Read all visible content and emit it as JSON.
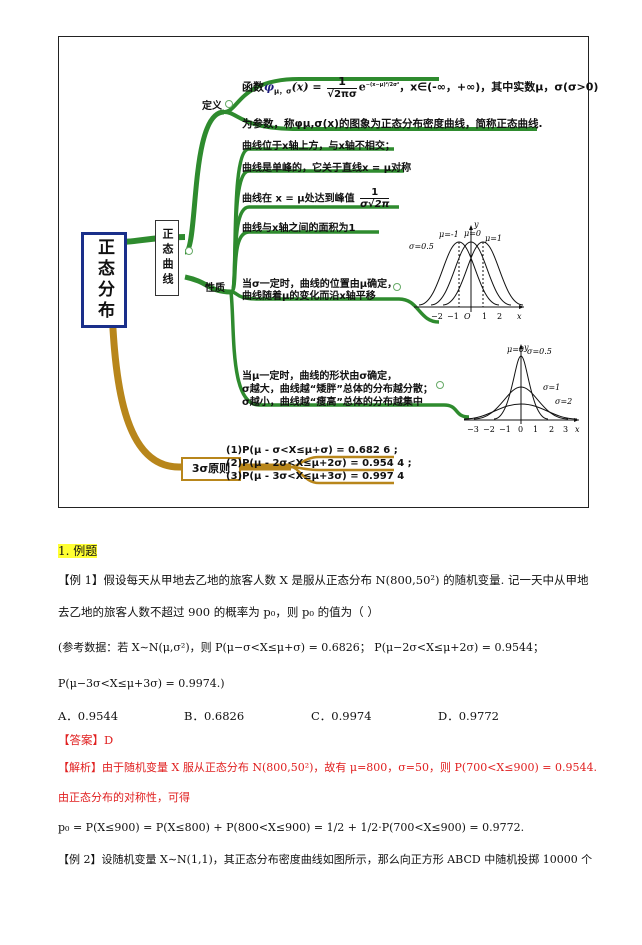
{
  "mindmap": {
    "root": "正态分布",
    "branch_main": "正态曲线",
    "branch_rule": "3σ原则",
    "def_label": "定义",
    "prop_label": "性质",
    "def_line1_a": "函数",
    "def_line1_phi": "φ",
    "def_line1_sub": "μ，σ",
    "def_line1_b": "(x) =",
    "def_frac_num": "1",
    "def_frac_den": "√2πσ",
    "def_exp": "e",
    "def_exp_sup": "−(x−μ)²/2σ²",
    "def_line1_c": "，x∈(-∞，+∞)，其中实数μ，σ(σ>0)",
    "def_line2": "为参数，称φμ,σ(x)的图象为正态分布密度曲线，简称正态曲线.",
    "props": [
      "曲线位于x轴上方，与x轴不相交；",
      "曲线是单峰的，它关于直线x = μ对称",
      "曲线在 x = μ处达到峰值",
      "曲线与x轴之间的面积为1"
    ],
    "peak_num": "1",
    "peak_den": "σ√2π",
    "prop_shift_1": "当σ一定时，曲线的位置由μ确定，",
    "prop_shift_2": "曲线随着μ的变化而沿x轴平移",
    "prop_shape_1": "当μ一定时，曲线的形状由σ确定，",
    "prop_shape_2": "σ越大，曲线越“矮胖”总体的分布越分散；",
    "prop_shape_3": "σ越小，曲线越“瘦高”总体的分布越集中",
    "rules": [
      "(1)P(μ - σ<X≤μ+σ) = 0.682 6 ;",
      "(2)P(μ - 2σ<X≤μ+2σ) = 0.954 4 ;",
      "(3)P(μ - 3σ<X≤μ+3σ) = 0.997 4"
    ],
    "graph1": {
      "labels": [
        "μ=-1",
        "μ=0",
        "μ=1",
        "σ=0.5"
      ],
      "xticks": [
        "−2",
        "−1",
        "O",
        "1",
        "2"
      ],
      "axis_x": "x",
      "axis_y": "y"
    },
    "graph2": {
      "labels": [
        "μ=0",
        "σ=0.5",
        "σ=1",
        "σ=2"
      ],
      "xticks": [
        "−3",
        "−2",
        "−1",
        "0",
        "1",
        "2",
        "3"
      ],
      "axis_x": "x",
      "axis_y": "y"
    }
  },
  "content": {
    "section_title": "1. 例题",
    "ex1_line1": "【例 1】假设每天从甲地去乙地的旅客人数 X 是服从正态分布 N(800,50²) 的随机变量. 记一天中从甲地",
    "ex1_line2": "去乙地的旅客人数不超过 900 的概率为 p₀，则 p₀ 的值为（    ）",
    "ref_line1": "(参考数据：若 X∼N(μ,σ²)，则 P(μ−σ<X≤μ+σ) = 0.6826；  P(μ−2σ<X≤μ+2σ) = 0.9544；",
    "ref_line2": "P(μ−3σ<X≤μ+3σ) = 0.9974.)",
    "options": [
      "A．0.9544",
      "B．0.6826",
      "C．0.9974",
      "D．0.9772"
    ],
    "answer": "【答案】D",
    "analysis_tag": "【解析】",
    "analysis_line1": "由于随机变量 X 服从正态分布 N(800,50²)，故有 μ=800，σ=50，则 P(700<X≤900) = 0.9544.",
    "analysis_line2": "由正态分布的对称性，可得",
    "analysis_line3": "p₀ = P(X≤900) = P(X≤800) + P(800<X≤900) = 1/2 + 1/2·P(700<X≤900) = 0.9772.",
    "ex2_line": "【例 2】设随机变量 X∼N(1,1)，其正态分布密度曲线如图所示，那么向正方形 ABCD 中随机投掷 10000 个"
  }
}
